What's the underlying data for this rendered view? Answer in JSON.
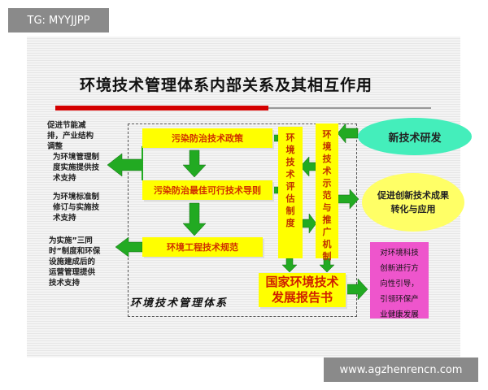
{
  "watermark_top": "TG: MYYJJPP",
  "watermark_bottom": "www.agzhenrencn.com",
  "title": "环境技术管理体系内部关系及其相互作用",
  "boxes": {
    "policy": "污染防治技术政策",
    "guideline": "污染防治最佳可行技术导则",
    "spec": "环境工程技术规范",
    "evaluation": "环境技术评估制度",
    "demo": "环境技术示范与推广机制",
    "report_line1": "国家环境技术",
    "report_line2": "发展报告书"
  },
  "left_notes": [
    "促进节能减排，产业结构调整",
    "为环境管理制度实施提供技术支持",
    "为环境标准制修订与实施技术支持",
    "为实施”三同时”制度和环保设施建成后的运营管理提供技术支持"
  ],
  "right": {
    "new_tech": "新技术研发",
    "promote": "促进创新技术成果转化与应用",
    "guide": "对环境科技创新进行方向性引导，引领环保产业健康发展"
  },
  "system_label": "环境技术管理体系",
  "colors": {
    "yellow": "#ffff00",
    "red_text": "#d03000",
    "green_arrow": "#22aa22",
    "cyan": "#44eebb",
    "pink": "#ee55cc",
    "red_bar": "#d40000"
  }
}
